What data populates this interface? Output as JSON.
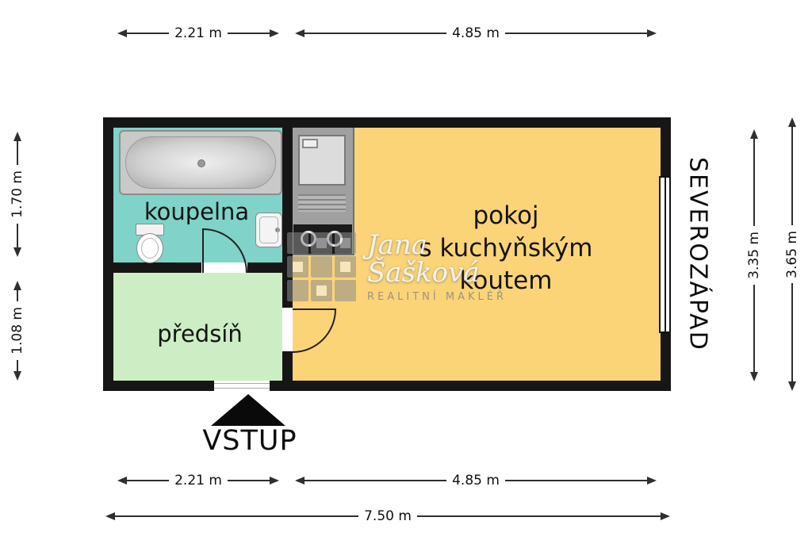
{
  "floorplan": {
    "orientation_label": "SEVEROZÁPAD",
    "entrance_label": "VSTUP",
    "rooms": {
      "bathroom": {
        "label": "koupelna"
      },
      "hall": {
        "label": "předsíň"
      },
      "living": {
        "line1": "pokoj",
        "line2": "s kuchyňským",
        "line3": "koutem"
      }
    }
  },
  "dimensions": {
    "top": [
      "2.21 m",
      "4.85 m"
    ],
    "bottom": [
      "2.21 m",
      "4.85 m"
    ],
    "total_width": "7.50 m",
    "left": [
      "1.70 m",
      "1.08 m"
    ],
    "right": [
      "3.35 m",
      "3.65 m"
    ]
  },
  "watermark": {
    "name_line1": "Jana",
    "name_line2": "Šašková",
    "subtitle": "REALITNÍ MAKLÉŘ"
  },
  "colors": {
    "wall": "#161616",
    "bathroom": "#7fd3c9",
    "hall": "#cdeec4",
    "living": "#fbd478",
    "dim": "#2f2f2f"
  }
}
